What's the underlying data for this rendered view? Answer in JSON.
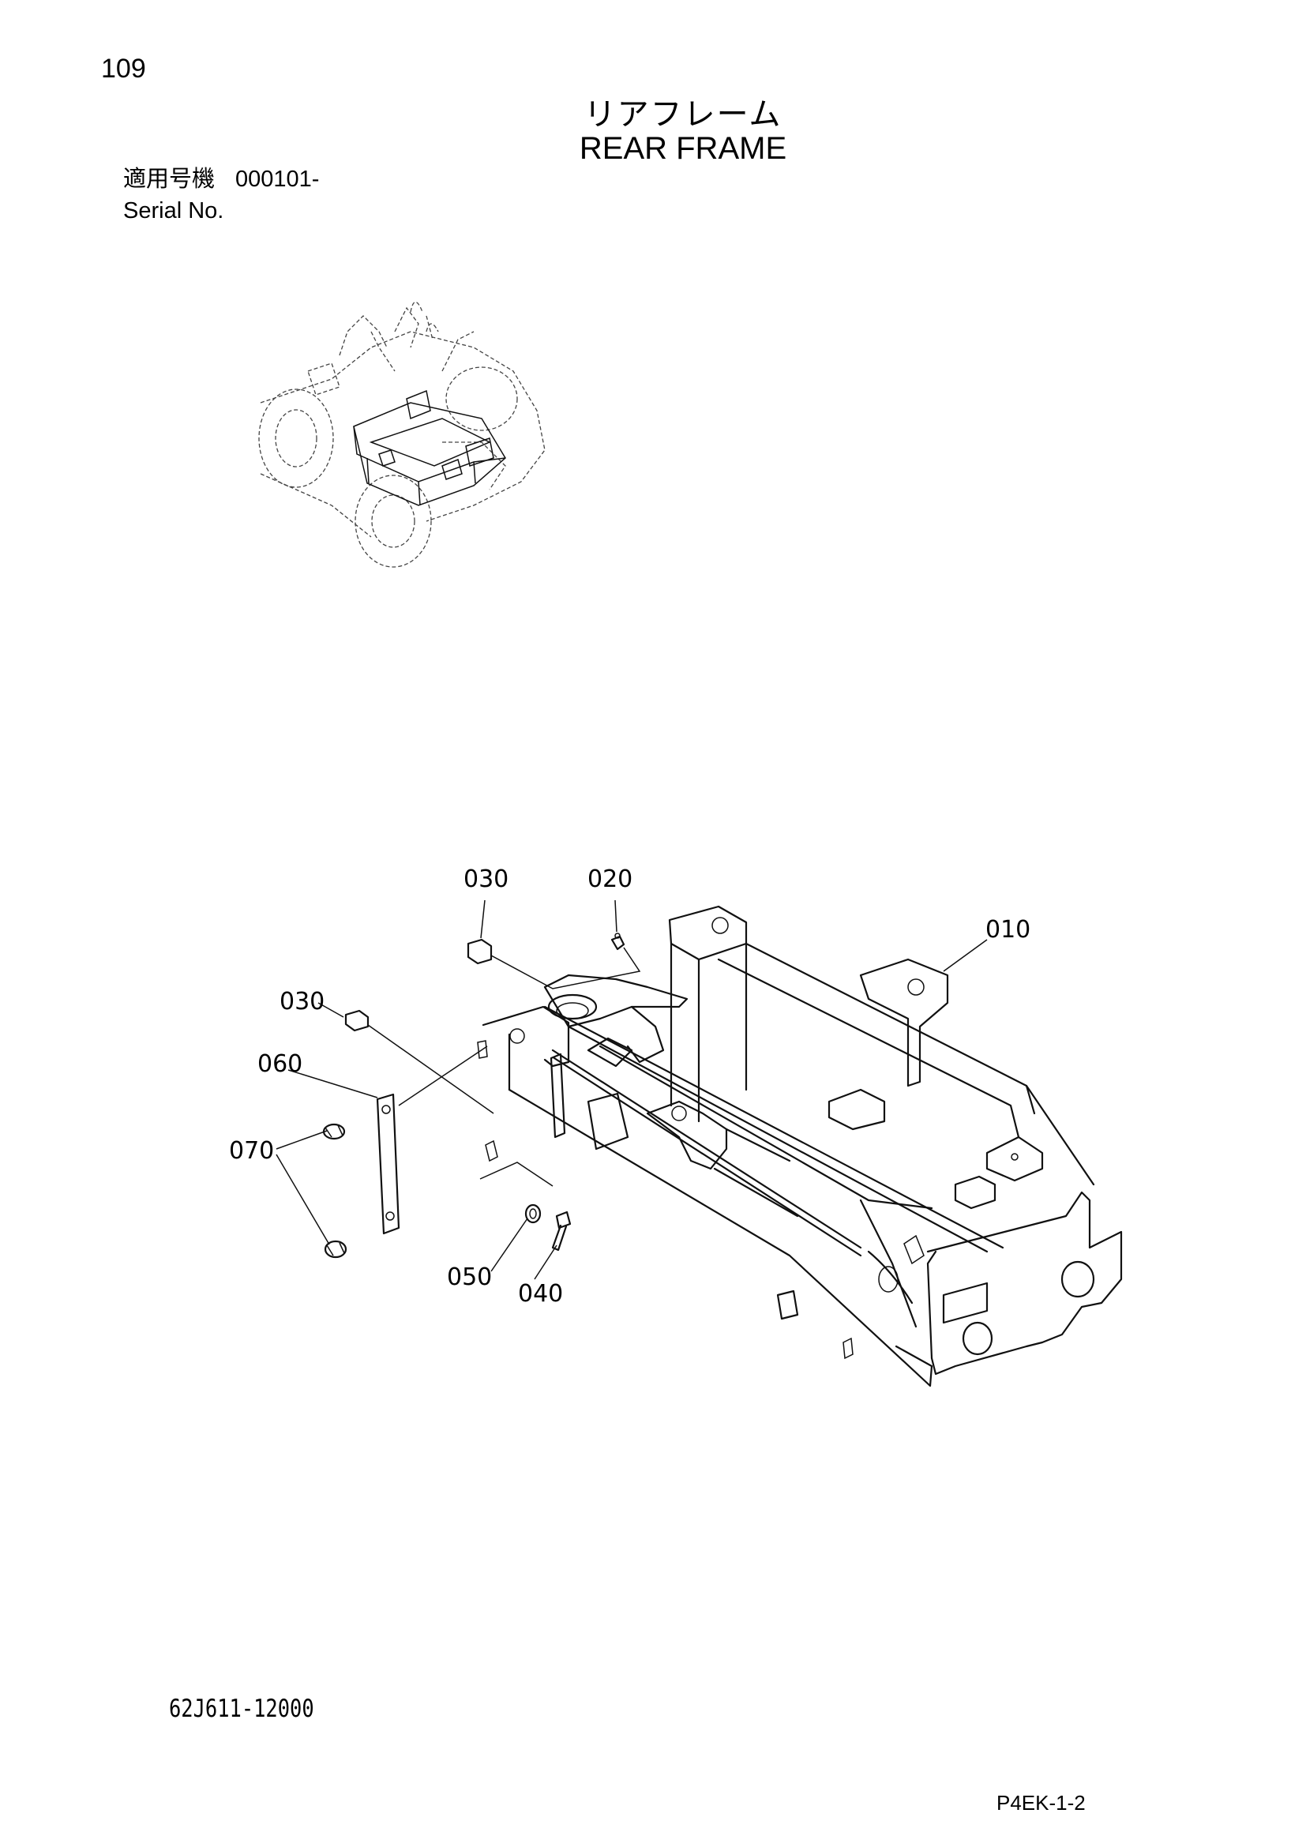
{
  "header": {
    "page_number": "109",
    "title_jp": "リアフレーム",
    "title_en": "REAR FRAME"
  },
  "serial": {
    "label_jp": "適用号機",
    "value": "000101-",
    "label_en": "Serial No."
  },
  "callouts": {
    "c010": "010",
    "c020": "020",
    "c030_top": "030",
    "c030_left": "030",
    "c060": "060",
    "c070": "070",
    "c050": "050",
    "c040": "040"
  },
  "footer": {
    "drawing_number": "62J611-12000",
    "page_code": "P4EK-1-2"
  }
}
